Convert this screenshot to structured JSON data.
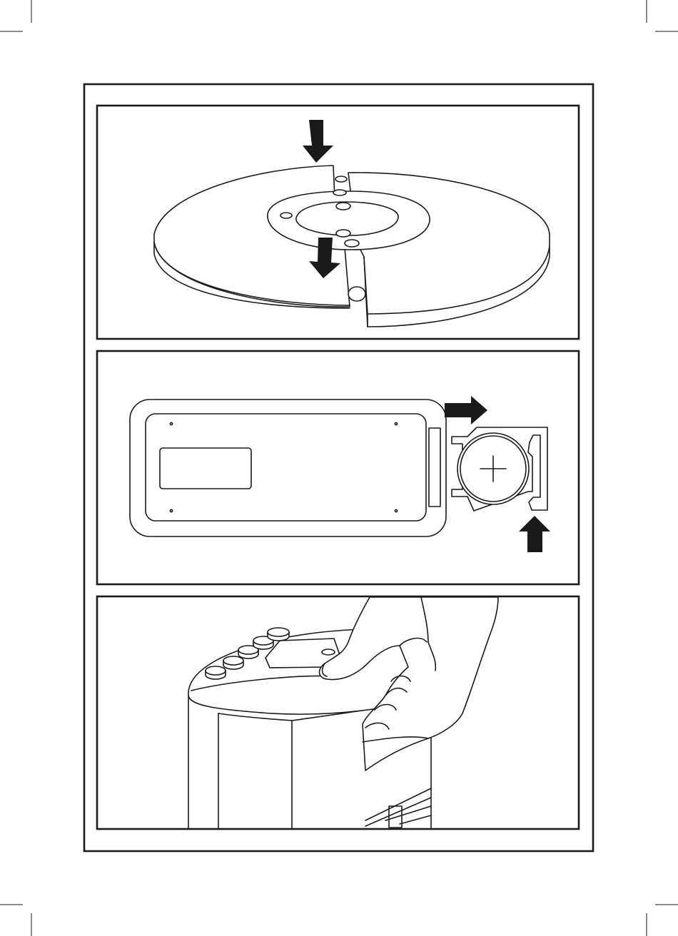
{
  "page": {
    "description_free": true
  },
  "panels": [
    {
      "id": "base-assembly",
      "arrows": [
        "arrow-down-icon",
        "arrow-down-icon"
      ]
    },
    {
      "id": "remote-battery",
      "arrows": [
        "arrow-right-icon",
        "arrow-up-icon"
      ]
    },
    {
      "id": "heater-control",
      "arrows": []
    }
  ],
  "colors": {
    "ink": "#1a1a1a",
    "paper": "#ffffff"
  }
}
